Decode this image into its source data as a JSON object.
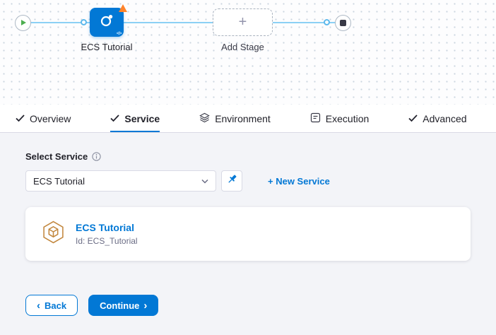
{
  "canvas": {
    "stage_label": "ECS Tutorial",
    "add_stage_label": "Add Stage",
    "add_stage_plus": "+",
    "code_badge": "</>"
  },
  "tabs": {
    "items": [
      {
        "label": "Overview"
      },
      {
        "label": "Service"
      },
      {
        "label": "Environment"
      },
      {
        "label": "Execution"
      },
      {
        "label": "Advanced"
      }
    ],
    "active": "Service"
  },
  "service_section": {
    "select_label": "Select Service",
    "dropdown_value": "ECS Tutorial",
    "new_service": "+ New Service",
    "card_title": "ECS Tutorial",
    "card_id": "Id: ECS_Tutorial"
  },
  "footer": {
    "back": "Back",
    "continue": "Continue",
    "chevron_left": "‹",
    "chevron_right": "›"
  },
  "colors": {
    "accent": "#0278d5",
    "warning": "#ff832b",
    "flow_line": "#8cd0f4",
    "play_green": "#4dae50",
    "hexagon_icon": "#c2873e"
  }
}
